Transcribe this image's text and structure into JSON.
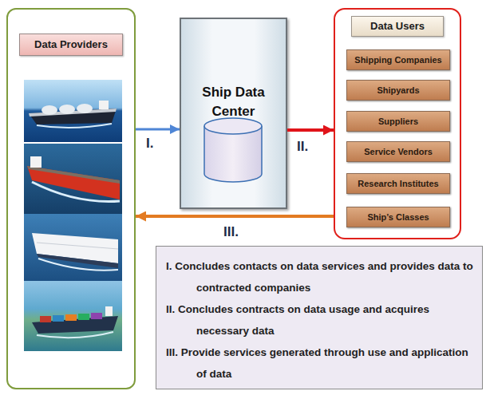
{
  "diagram": {
    "nodes": [
      {
        "text": [
          "Data Providers"
        ]
      },
      {
        "text": [
          "Ship Data Center"
        ]
      },
      {
        "text": [
          "Data Users"
        ]
      },
      {
        "text": [
          "Shipping Companies"
        ],
        "in": 2
      },
      {
        "text": [
          "Shipyards"
        ],
        "in": 2
      },
      {
        "text": [
          "Suppliers"
        ],
        "in": 2
      },
      {
        "text": [
          "Service Vendors"
        ],
        "in": 2
      },
      {
        "text": [
          "Research Institutes"
        ],
        "in": 2
      },
      {
        "text": [
          "Ship’s Classes"
        ],
        "in": 2
      },
      {
        "text": [
          "I. Concludes contacts on data services and provides data to contracted companies",
          "II. Concludes contracts on data usage and acquires necessary data",
          "III. Provide services generated through use and application of data"
        ]
      }
    ],
    "edges": [
      {
        "from": 0,
        "to": 1,
        "arrow": "to",
        "label": "I."
      },
      {
        "from": 1,
        "to": 2,
        "arrow": "to",
        "label": "II."
      },
      {
        "from": 2,
        "to": 0,
        "arrow": "to",
        "label": "III."
      }
    ]
  }
}
